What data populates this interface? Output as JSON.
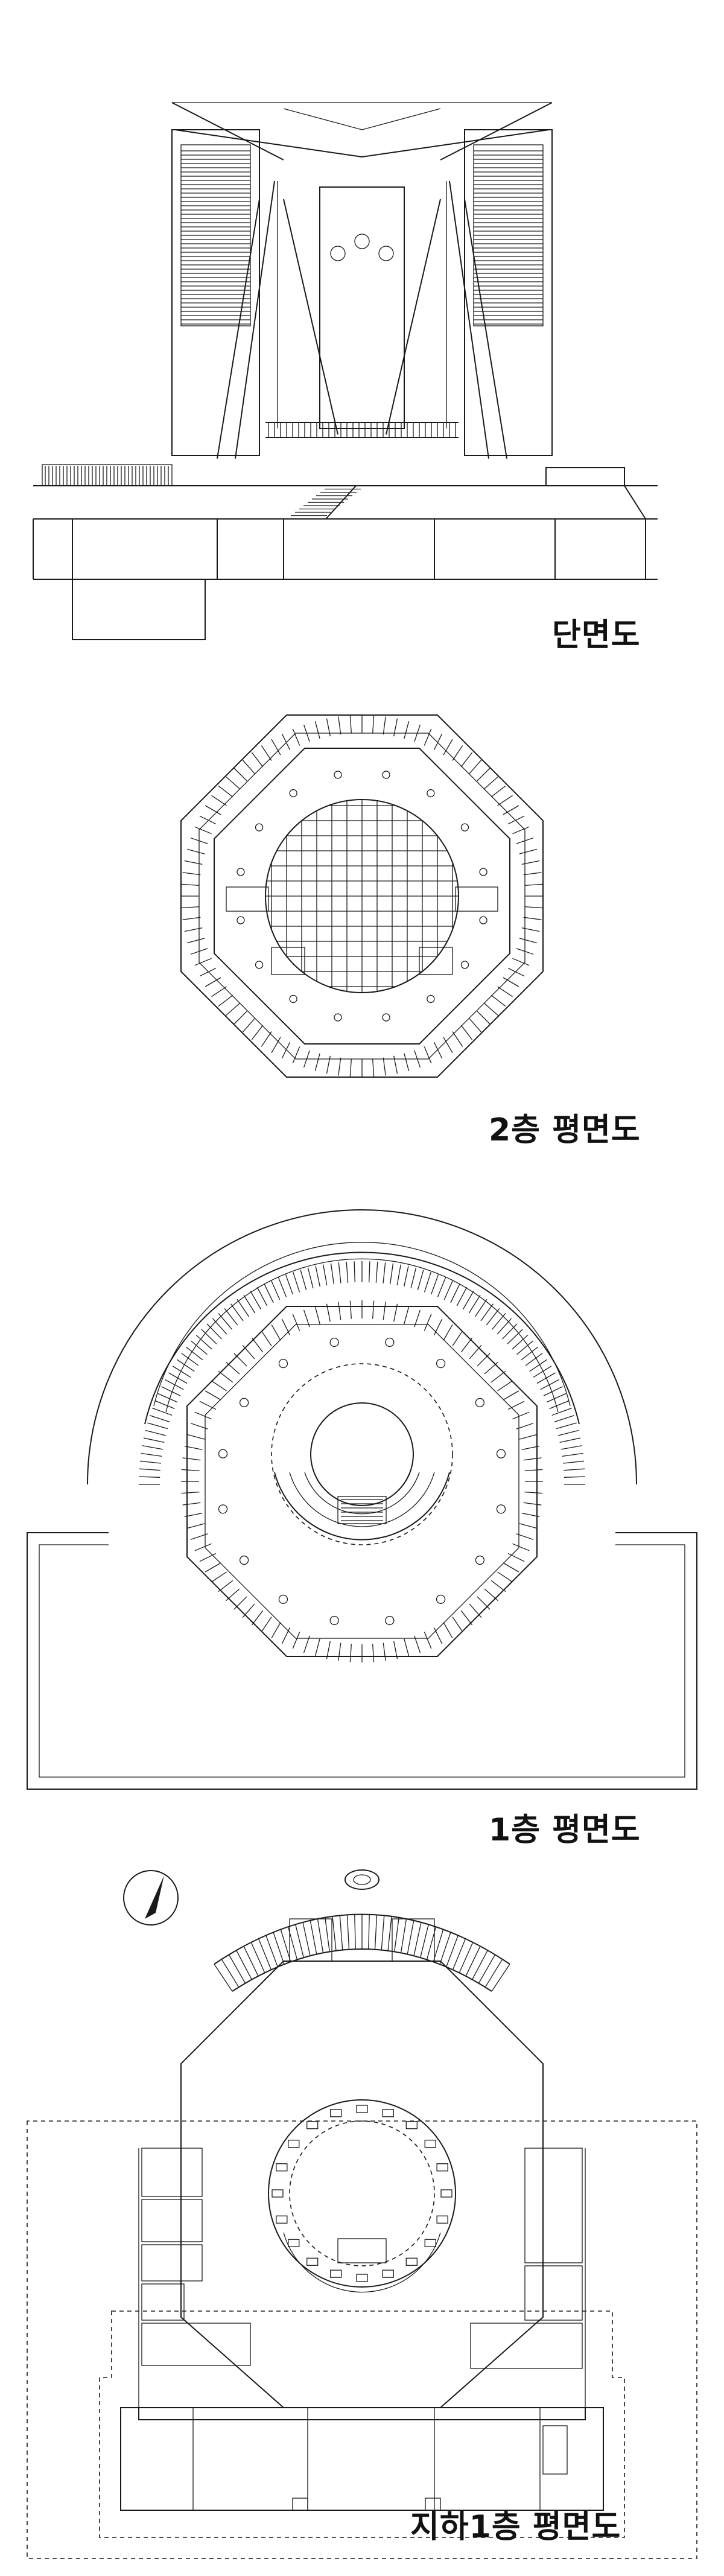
{
  "labels": {
    "section": "단면도",
    "floor2": "2층 평면도",
    "floor1": "1층 평면도",
    "basement1": "지하1층 평면도"
  },
  "colors": {
    "ink": "#1a1a1a",
    "paper": "#ffffff"
  }
}
